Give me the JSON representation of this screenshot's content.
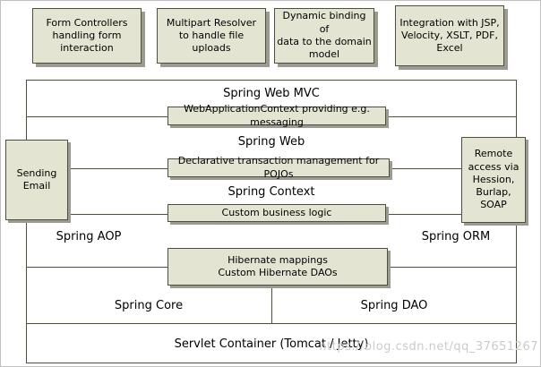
{
  "colors": {
    "box_fill": "#e3e4d1",
    "box_border": "#4f4f3c",
    "line": "#4f4f3c",
    "shadow": "#9b9b91",
    "watermark": "#cbcbcb"
  },
  "top_boxes": [
    {
      "label": "Form Controllers\nhandling form\ninteraction"
    },
    {
      "label": "Multipart Resolver\nto handle file uploads"
    },
    {
      "label": "Dynamic binding of\ndata to the domain\nmodel"
    },
    {
      "label": "Integration with JSP,\nVelocity, XSLT, PDF,\nExcel"
    }
  ],
  "layers": {
    "web_mvc": {
      "title": "Spring Web MVC",
      "box": "WebApplicationContext providing e.g. messaging"
    },
    "web": {
      "title": "Spring Web",
      "box": "Declarative transaction management for POJOs"
    },
    "context": {
      "title": "Spring Context",
      "box": "Custom business logic"
    },
    "aop": {
      "title": "Spring AOP"
    },
    "orm": {
      "title": "Spring ORM"
    },
    "hibernate_box": "Hibernate mappings\nCustom Hibernate DAOs",
    "core": {
      "title": "Spring Core"
    },
    "dao": {
      "title": "Spring DAO"
    },
    "servlet": {
      "title": "Servlet Container (Tomcat / Jetty)"
    }
  },
  "side_boxes": {
    "left": {
      "label": "Sending\nEmail"
    },
    "right": {
      "label": "Remote\naccess via\nHession,\nBurlap, SOAP"
    }
  },
  "watermark": "https://blog.csdn.net/qq_37651267"
}
